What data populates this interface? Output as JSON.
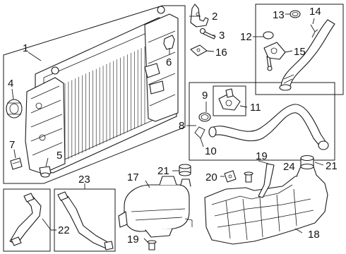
{
  "callouts": {
    "c1": "1",
    "c2": "2",
    "c3": "3",
    "c4": "4",
    "c5": "5",
    "c6": "6",
    "c7": "7",
    "c8": "8",
    "c9": "9",
    "c10": "10",
    "c11": "11",
    "c12": "12",
    "c13": "13",
    "c14": "14",
    "c15": "15",
    "c16": "16",
    "c17": "17",
    "c18": "18",
    "c19a": "19",
    "c19b": "19",
    "c20": "20",
    "c21a": "21",
    "c21b": "21",
    "c22": "22",
    "c23": "23",
    "c24": "24"
  },
  "colors": {
    "line": "#1a1a1a",
    "background": "#ffffff"
  }
}
